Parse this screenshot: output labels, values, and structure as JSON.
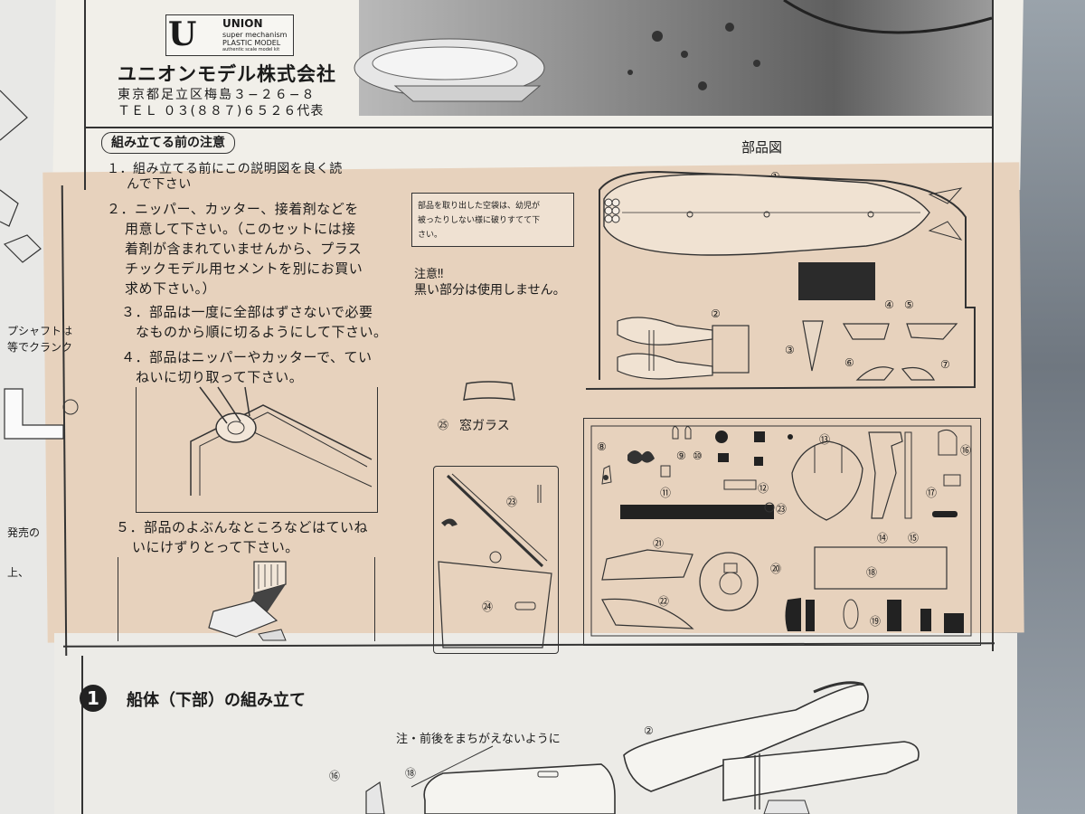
{
  "header": {
    "logo_mark": "U",
    "logo_brand": "UNION",
    "logo_line1": "super mechanism",
    "logo_line2": "PLASTIC MODEL",
    "logo_line3": "authentic scale model kit",
    "company": "ユニオンモデル株式会社",
    "address": "東京都足立区梅島３−２６−８",
    "tel": "ＴＥＬ ０３(８８７)６５２６代表"
  },
  "precautions": {
    "title": "組み立てる前の注意",
    "items": [
      {
        "line1": "１．組み立てる前にこの説明図を良く読",
        "line2": "んで下さい"
      },
      {
        "line1": "２．ニッパー、カッター、接着剤などを",
        "line2": "用意して下さい。（このセットには接",
        "line3": "着剤が含まれていませんから、プラス",
        "line4": "チックモデル用セメントを別にお買い",
        "line5": "求め下さい。）"
      },
      {
        "line1": "３．部品は一度に全部はずさないで必要",
        "line2": "なものから順に切るようにして下さい。"
      },
      {
        "line1": "４．部品はニッパーやカッターで、てい",
        "line2": "ねいに切り取って下さい。"
      },
      {
        "line1": "５．部品のよぶんなところなどはていね",
        "line2": "いにけずりとって下さい。"
      }
    ]
  },
  "warning_box": {
    "line1": "部品を取り出した空袋は、幼児が",
    "line2": "被ったりしない様に破りすてて下",
    "line3": "さい。"
  },
  "note": {
    "title": "注意‼",
    "text": "黒い部分は使用しません。"
  },
  "window_part": {
    "number": "㉕",
    "label": "窓ガラス"
  },
  "parts_diagram": {
    "title": "部品図",
    "labels": [
      "①",
      "②",
      "③",
      "④",
      "⑤",
      "⑥",
      "⑦",
      "⑧",
      "⑨",
      "⑩",
      "⑪",
      "⑫",
      "⑬",
      "⑭",
      "⑮",
      "⑯",
      "⑰",
      "⑱",
      "⑲",
      "⑳",
      "㉑",
      "㉒",
      "㉓",
      "㉓",
      "㉔"
    ]
  },
  "step1": {
    "number": "1",
    "title": "船体（下部）の組み立て",
    "note": "注・前後をまちがえないように",
    "labels": [
      "⑯",
      "⑱",
      "②"
    ]
  },
  "left_fragment": {
    "line1": "プシャフトは",
    "line2": "等でクランク",
    "line3": "発売の",
    "line4": "上、"
  }
}
